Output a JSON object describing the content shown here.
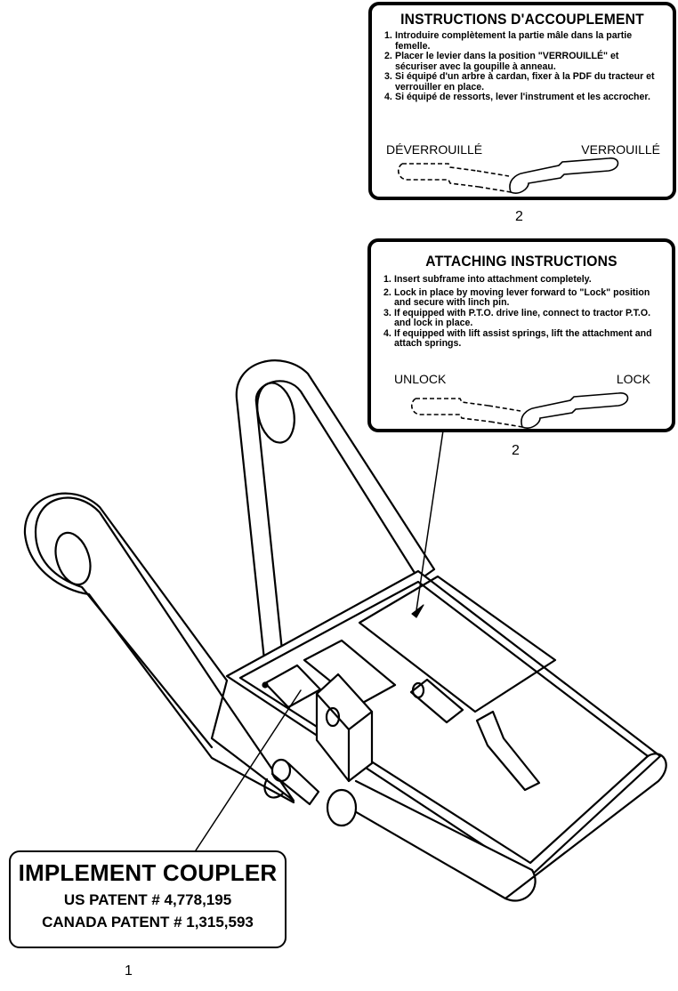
{
  "french_decal": {
    "title": "INSTRUCTIONS D'ACCOUPLEMENT",
    "steps": [
      {
        "num": "1.",
        "text": "Introduire complètement la partie mâle dans la partie femelle."
      },
      {
        "num": "2.",
        "text": "Placer le levier dans la position \"VERROUILLÉ\" et sécuriser avec la goupille à anneau."
      },
      {
        "num": "3.",
        "text": "Si équipé d'un arbre à cardan, fixer à la PDF du tracteur et verrouiller en place."
      },
      {
        "num": "4.",
        "text": "Si équipé de ressorts, lever l'instrument et les accrocher."
      }
    ],
    "unlock_label": "DÉVERROUILLÉ",
    "lock_label": "VERROUILLÉ",
    "ref": "2"
  },
  "english_decal": {
    "title": "ATTACHING INSTRUCTIONS",
    "steps": [
      {
        "num": "1.",
        "text": "Insert subframe into attachment completely."
      },
      {
        "num": "2.",
        "text": "Lock in place by moving lever forward to \"Lock\" position and secure with linch pin."
      },
      {
        "num": "3.",
        "text": "If equipped with P.T.O. drive line, connect to tractor P.T.O. and lock in place."
      },
      {
        "num": "4.",
        "text": "If equipped with lift assist springs, lift the attachment and attach springs."
      }
    ],
    "unlock_label": "UNLOCK",
    "lock_label": "LOCK",
    "ref": "2"
  },
  "patent_decal": {
    "heading": "IMPLEMENT COUPLER",
    "us_patent": "US PATENT # 4,778,195",
    "canada_patent": "CANADA PATENT # 1,315,593",
    "ref": "1"
  }
}
